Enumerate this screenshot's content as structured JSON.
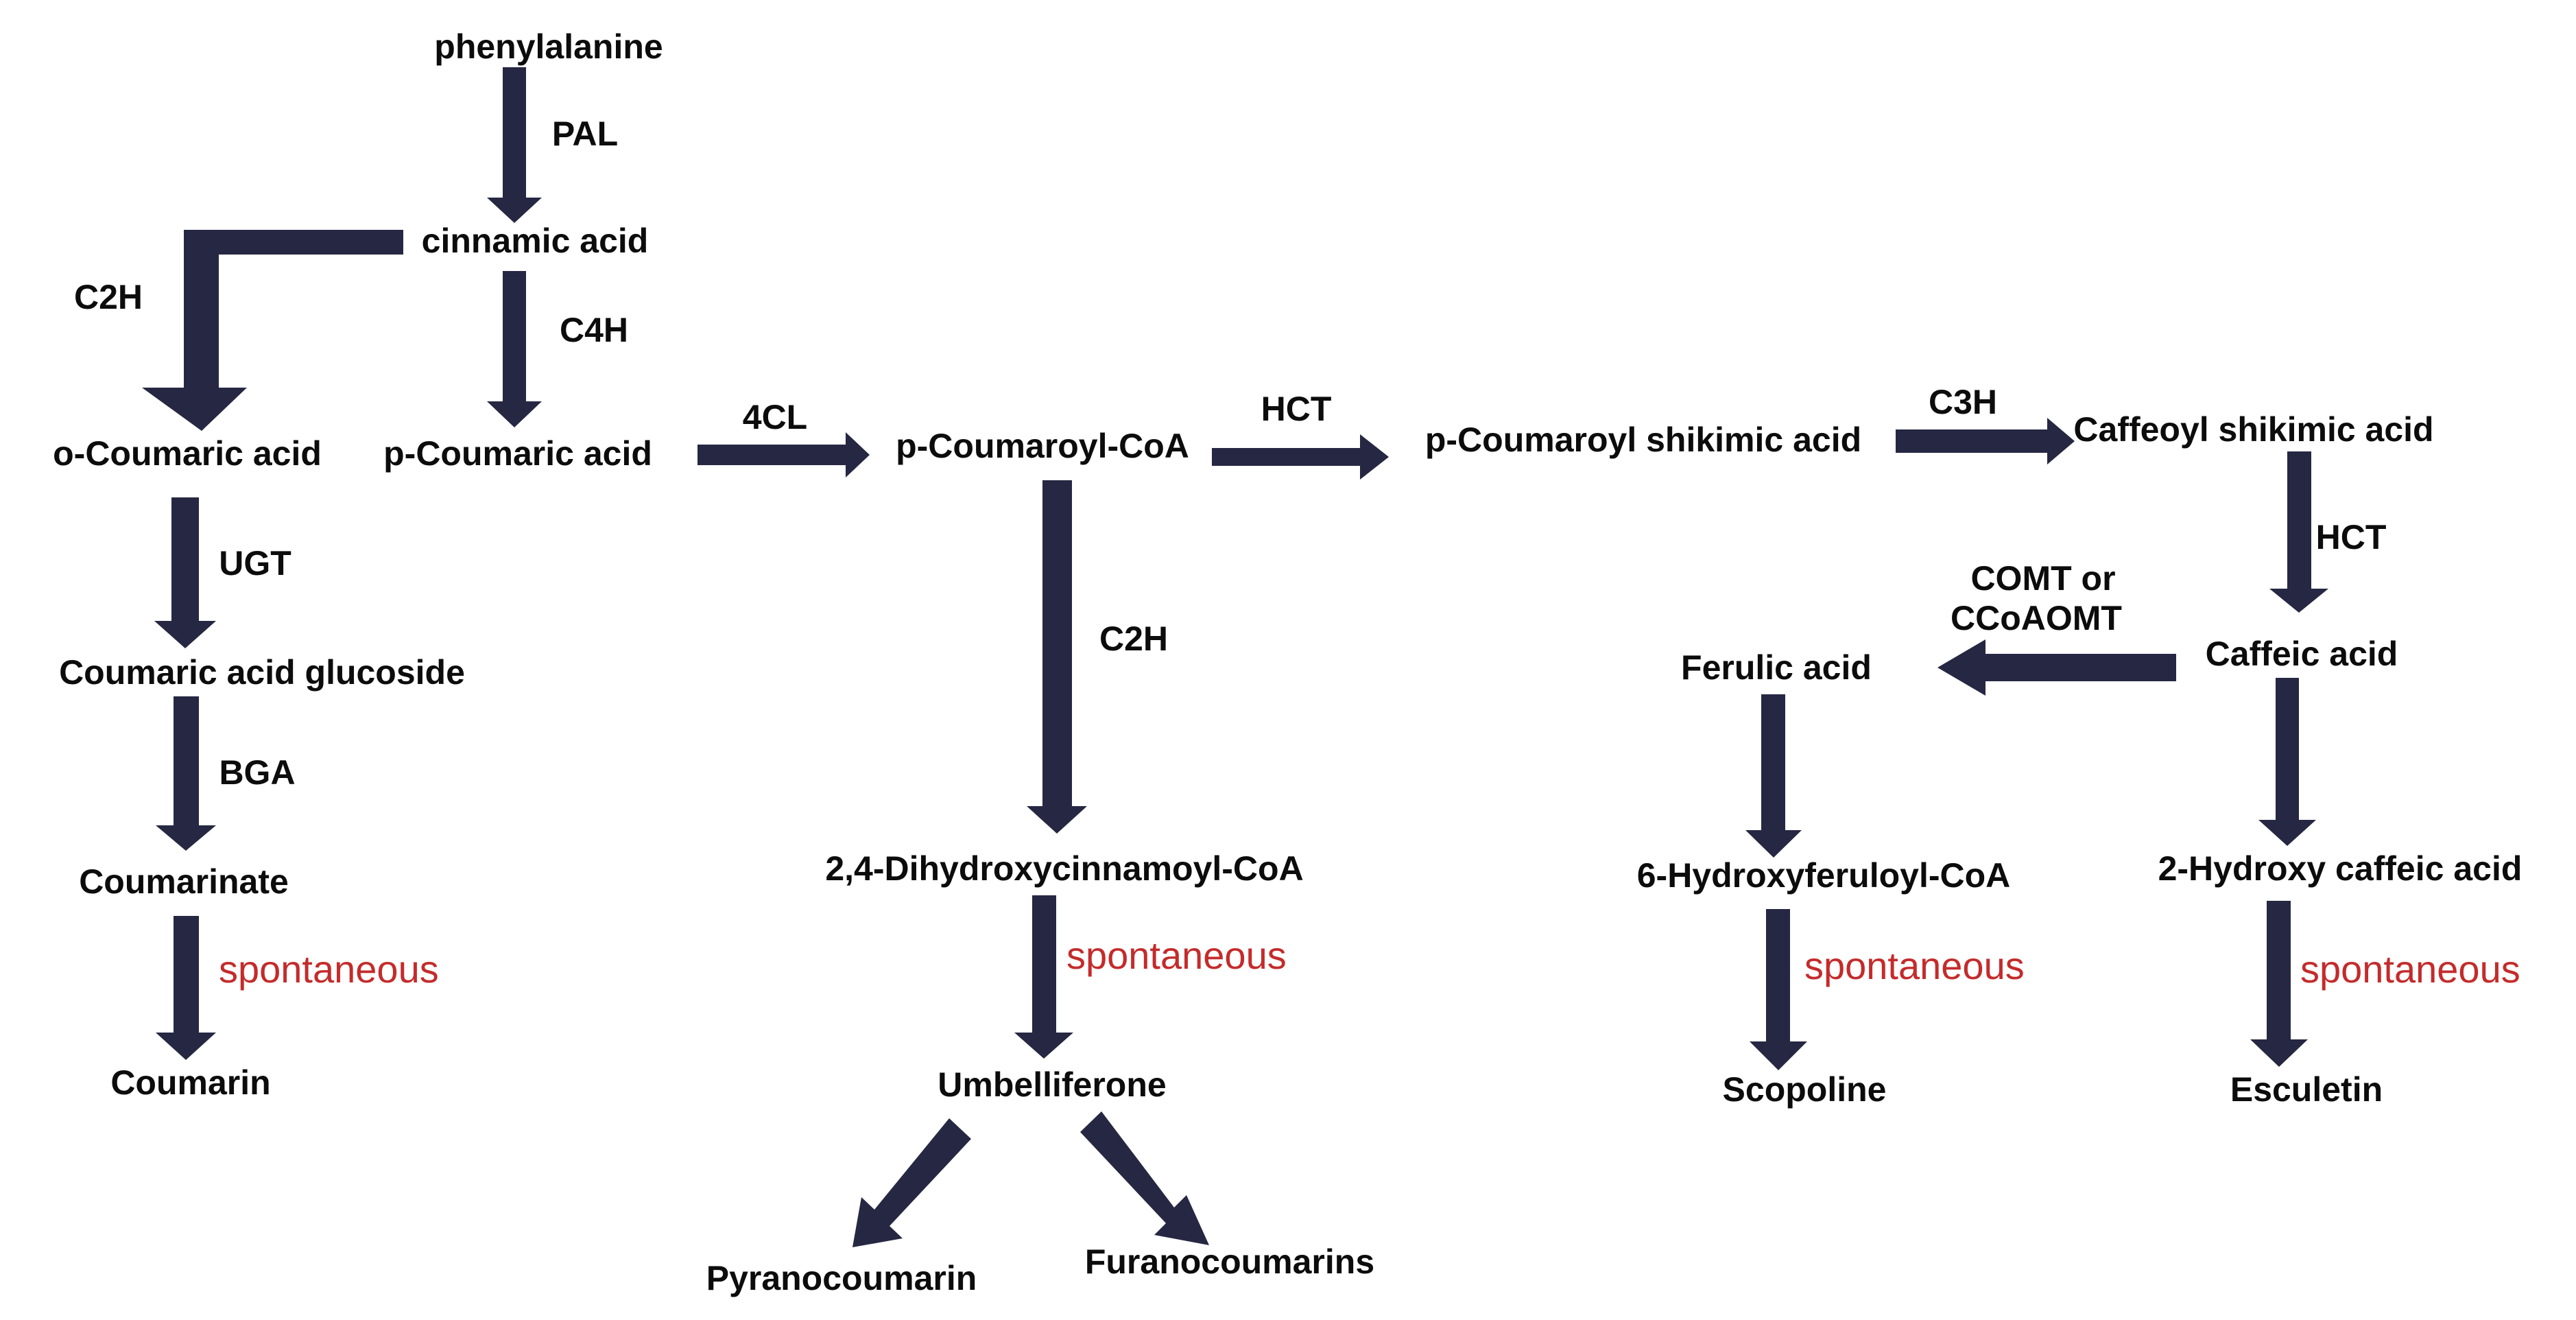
{
  "colors": {
    "arrow": "#262742",
    "text": "#0c0c0c",
    "spontaneous": "#c42b2b"
  },
  "nodes": {
    "phenylalanine": "phenylalanine",
    "cinnamic_acid": "cinnamic acid",
    "o_coumaric_acid": "o-Coumaric acid",
    "p_coumaric_acid": "p-Coumaric acid",
    "p_coumaroyl_coa": "p-Coumaroyl-CoA",
    "p_coumaroyl_shikimic_acid": "p-Coumaroyl shikimic acid",
    "caffeoyl_shikimic_acid": "Caffeoyl shikimic acid",
    "coumaric_acid_glucoside": "Coumaric acid glucoside",
    "coumarinate": "Coumarinate",
    "coumarin": "Coumarin",
    "dihydroxycinnamoyl_coa": "2,4-Dihydroxycinnamoyl-CoA",
    "umbelliferone": "Umbelliferone",
    "pyranocoumarin": "Pyranocoumarin",
    "furanocoumarins": "Furanocoumarins",
    "ferulic_acid": "Ferulic acid",
    "caffeic_acid": "Caffeic acid",
    "hydroxyferuloyl_coa": "6-Hydroxyferuloyl-CoA",
    "hydroxy_caffeic_acid": "2-Hydroxy caffeic acid",
    "scopoline": "Scopoline",
    "esculetin": "Esculetin"
  },
  "enzymes": {
    "pal": "PAL",
    "c2h_left": "C2H",
    "c4h": "C4H",
    "fourcl": "4CL",
    "hct_top": "HCT",
    "c3h": "C3H",
    "hct_right": "HCT",
    "ugt": "UGT",
    "bga": "BGA",
    "c2h_middle": "C2H",
    "comt_line1": "COMT or",
    "comt_line2": "CCoAOMT"
  },
  "spontaneous": "spontaneous"
}
